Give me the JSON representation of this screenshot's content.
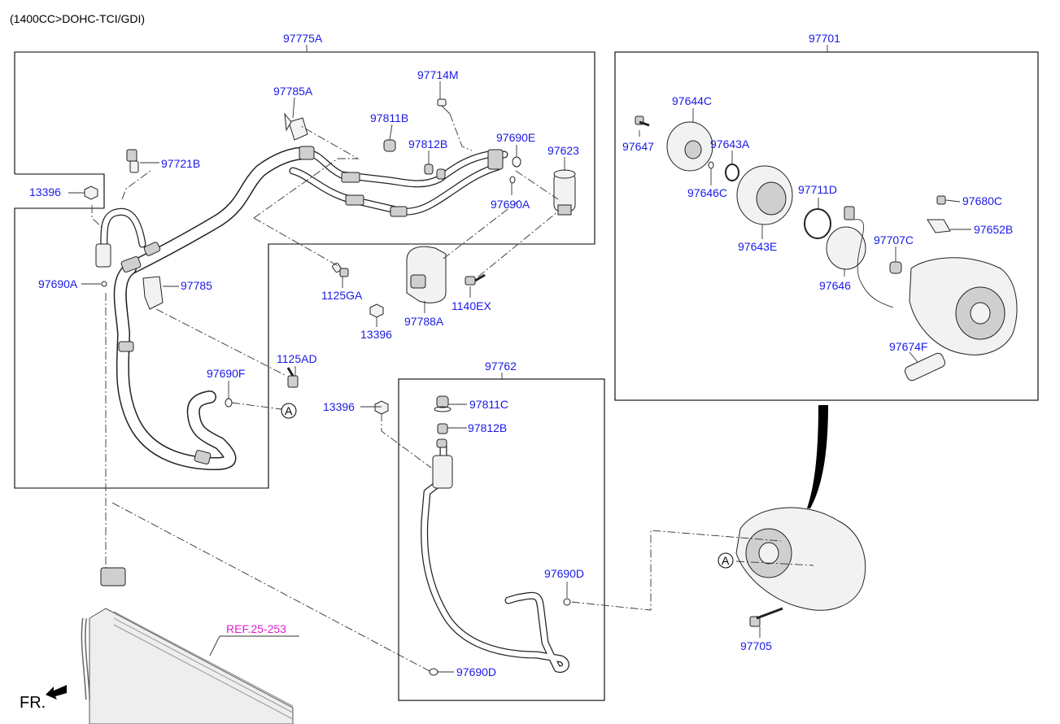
{
  "header": {
    "engine": "(1400CC>DOHC-TCI/GDI)"
  },
  "groups": {
    "g97775A": "97775A",
    "g97701": "97701",
    "g97762": "97762"
  },
  "parts": {
    "p97785A": "97785A",
    "p97714M": "97714M",
    "p97811B": "97811B",
    "p97812B_top": "97812B",
    "p97690E": "97690E",
    "p97623": "97623",
    "p97690A_top": "97690A",
    "p97721B": "97721B",
    "p13396_left": "13396",
    "p97690A_left": "97690A",
    "p97785": "97785",
    "p1125GA": "1125GA",
    "p13396_mid": "13396",
    "p97788A": "97788A",
    "p1140EX": "1140EX",
    "p1125AD": "1125AD",
    "p97690F": "97690F",
    "p97644C": "97644C",
    "p97647": "97647",
    "p97643A": "97643A",
    "p97646C": "97646C",
    "p97711D": "97711D",
    "p97643E": "97643E",
    "p97680C": "97680C",
    "p97652B": "97652B",
    "p97707C": "97707C",
    "p97646": "97646",
    "p97674F": "97674F",
    "p13396_low": "13396",
    "p97811C": "97811C",
    "p97812B_low": "97812B",
    "p97690D_right": "97690D",
    "p97690D_low": "97690D",
    "p97705": "97705",
    "ref": "REF.25-253",
    "marker_a1": "A",
    "marker_a2": "A"
  },
  "footer": {
    "front": "FR."
  }
}
